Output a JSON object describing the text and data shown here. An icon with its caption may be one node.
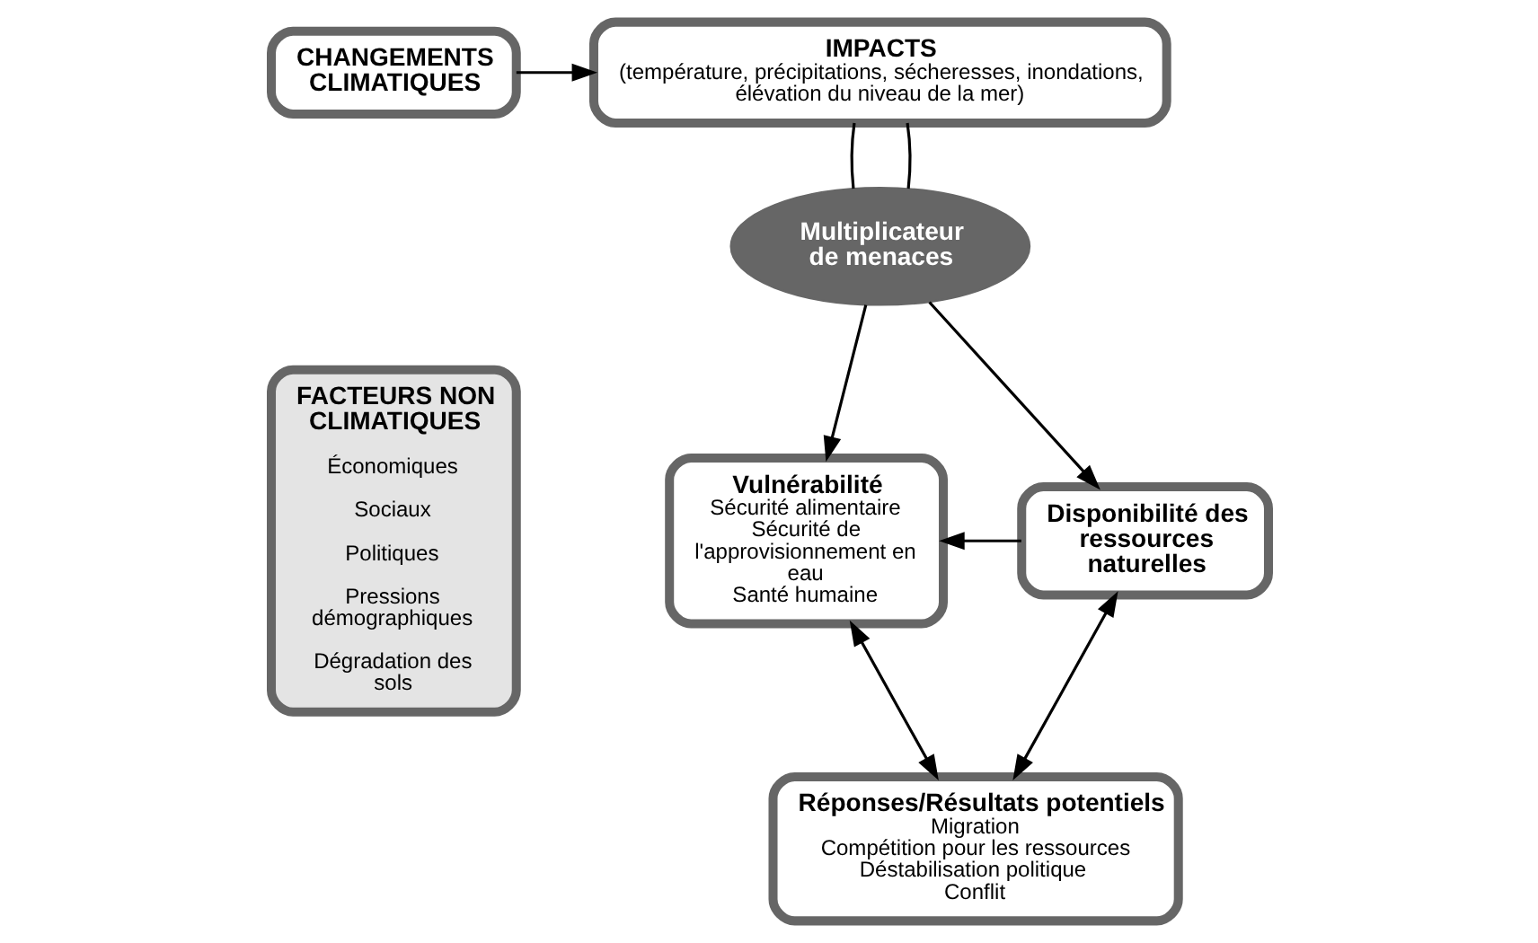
{
  "diagram": {
    "nodes": [
      {
        "text": [
          "CHANGEMENTS CLIMATIQUES"
        ]
      },
      {
        "text": [
          "IMPACTS",
          "(température, précipitations, sécheresses, inondations, élévation du niveau de la mer)"
        ]
      },
      {
        "text": [
          "Multiplicateur de menaces"
        ]
      },
      {
        "text": [
          "FACTEURS NON CLIMATIQUES",
          "Économiques",
          "Sociaux",
          "Politiques",
          "Pressions démographiques",
          "Dégradation des sols"
        ]
      },
      {
        "text": [
          "Vulnérabilité",
          "Sécurité alimentaire",
          "Sécurité de l'approvisionnement en eau",
          "Santé humaine"
        ]
      },
      {
        "text": [
          "Disponibilité des ressources naturelles"
        ]
      },
      {
        "text": [
          "Réponses/Résultats potentiels",
          "Migration",
          "Compétition pour les ressources",
          "Déstabilisation politique",
          "Conflit"
        ]
      }
    ],
    "edges": [
      {
        "from": 0,
        "to": 1,
        "arrow": "to"
      },
      {
        "from": 1,
        "to": 2,
        "arrow": "none"
      },
      {
        "from": 1,
        "to": 2,
        "arrow": "none"
      },
      {
        "from": 2,
        "to": 4,
        "arrow": "to"
      },
      {
        "from": 2,
        "to": 5,
        "arrow": "to"
      },
      {
        "from": 5,
        "to": 4,
        "arrow": "to"
      },
      {
        "from": 4,
        "to": 6,
        "arrow": "both"
      },
      {
        "from": 5,
        "to": 6,
        "arrow": "both"
      }
    ]
  }
}
